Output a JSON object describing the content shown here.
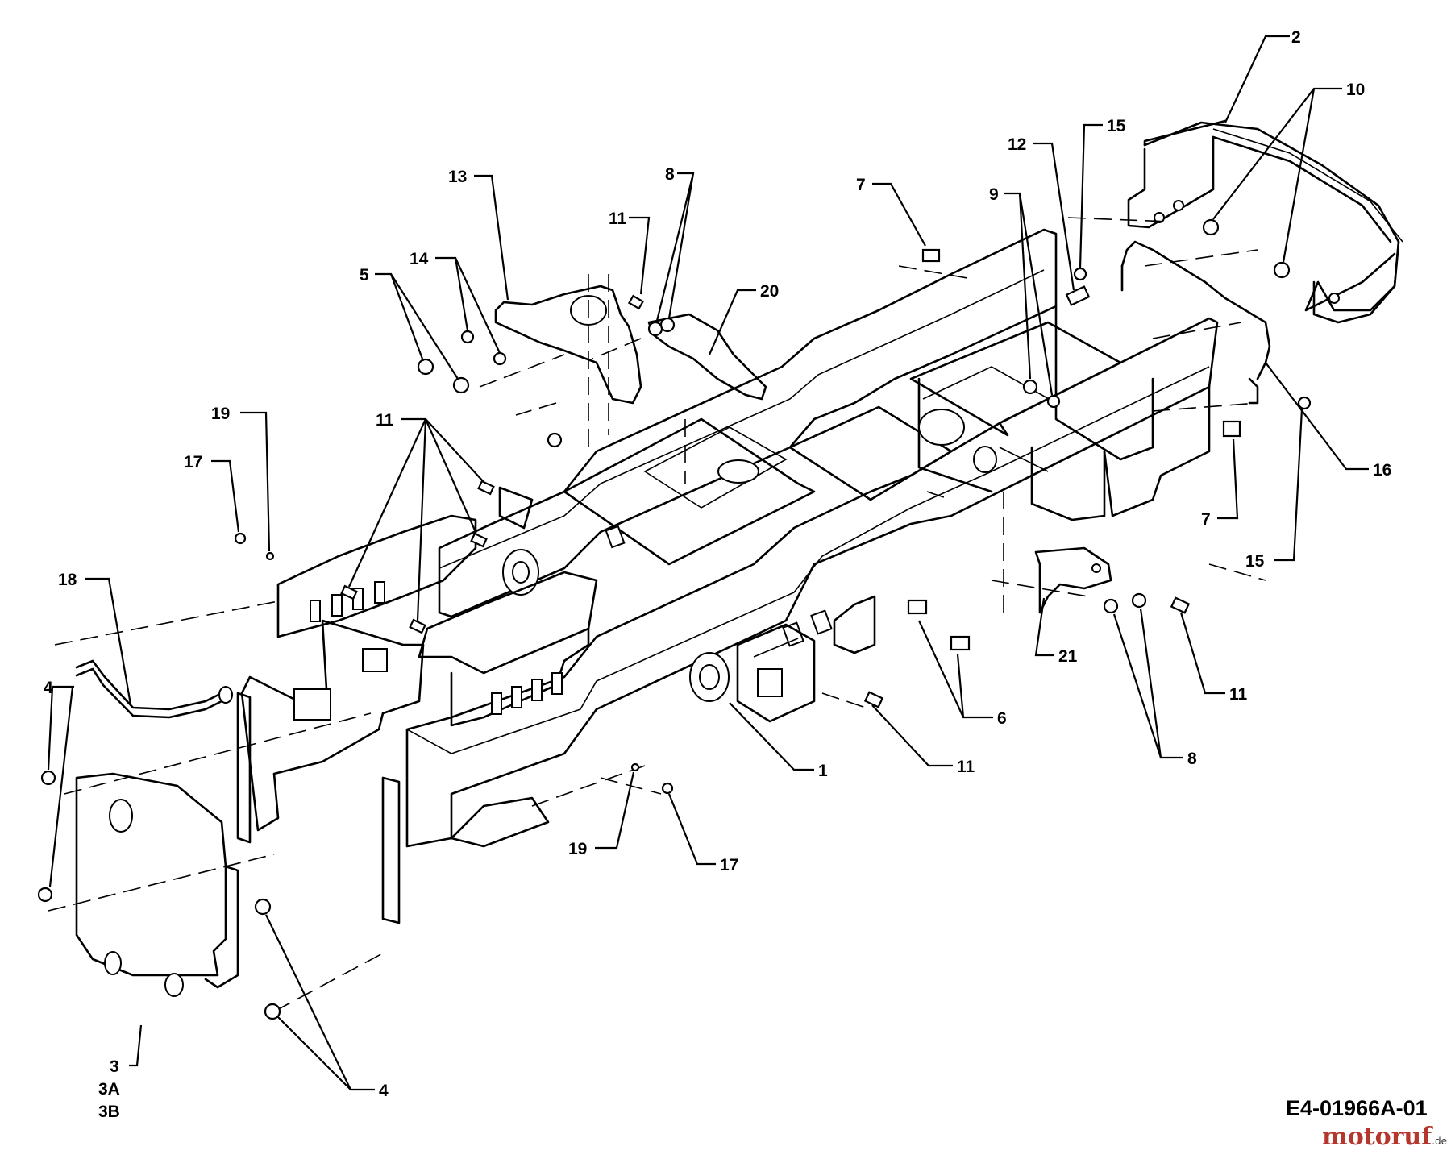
{
  "diagram": {
    "code": "E4-01966A-01",
    "brand": {
      "name": "motoruf",
      "tld": ".de"
    },
    "callouts": [
      {
        "id": "c-1",
        "text": "1"
      },
      {
        "id": "c-2",
        "text": "2"
      },
      {
        "id": "c-3",
        "text": "3"
      },
      {
        "id": "c-3a",
        "text": "3A"
      },
      {
        "id": "c-3b",
        "text": "3B"
      },
      {
        "id": "c-4a",
        "text": "4"
      },
      {
        "id": "c-4b",
        "text": "4"
      },
      {
        "id": "c-5",
        "text": "5"
      },
      {
        "id": "c-6",
        "text": "6"
      },
      {
        "id": "c-7a",
        "text": "7"
      },
      {
        "id": "c-7b",
        "text": "7"
      },
      {
        "id": "c-8a",
        "text": "8"
      },
      {
        "id": "c-8b",
        "text": "8"
      },
      {
        "id": "c-9",
        "text": "9"
      },
      {
        "id": "c-10",
        "text": "10"
      },
      {
        "id": "c-11a",
        "text": "11"
      },
      {
        "id": "c-11b",
        "text": "11"
      },
      {
        "id": "c-11c",
        "text": "11"
      },
      {
        "id": "c-11d",
        "text": "11"
      },
      {
        "id": "c-12",
        "text": "12"
      },
      {
        "id": "c-13",
        "text": "13"
      },
      {
        "id": "c-14",
        "text": "14"
      },
      {
        "id": "c-15a",
        "text": "15"
      },
      {
        "id": "c-15b",
        "text": "15"
      },
      {
        "id": "c-16",
        "text": "16"
      },
      {
        "id": "c-17a",
        "text": "17"
      },
      {
        "id": "c-17b",
        "text": "17"
      },
      {
        "id": "c-18",
        "text": "18"
      },
      {
        "id": "c-19a",
        "text": "19"
      },
      {
        "id": "c-19b",
        "text": "19"
      },
      {
        "id": "c-20",
        "text": "20"
      },
      {
        "id": "c-21",
        "text": "21"
      }
    ]
  }
}
